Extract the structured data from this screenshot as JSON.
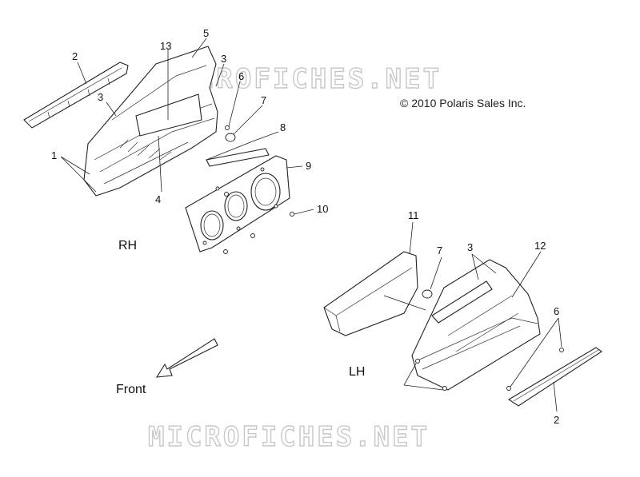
{
  "copyright": "© 2010 Polaris Sales Inc.",
  "watermark": "MICROFICHES.NET",
  "side_labels": {
    "rh": "RH",
    "lh": "LH"
  },
  "front_label": "Front",
  "callouts": {
    "rh_1": "1",
    "rh_2": "2",
    "rh_3a": "3",
    "rh_3b": "3",
    "rh_4": "4",
    "rh_5": "5",
    "rh_6": "6",
    "rh_7": "7",
    "rh_8": "8",
    "rh_9": "9",
    "rh_10": "10",
    "rh_13": "13",
    "lh_11": "11",
    "lh_7": "7",
    "lh_3": "3",
    "lh_12": "12",
    "lh_6": "6",
    "lh_2": "2"
  }
}
